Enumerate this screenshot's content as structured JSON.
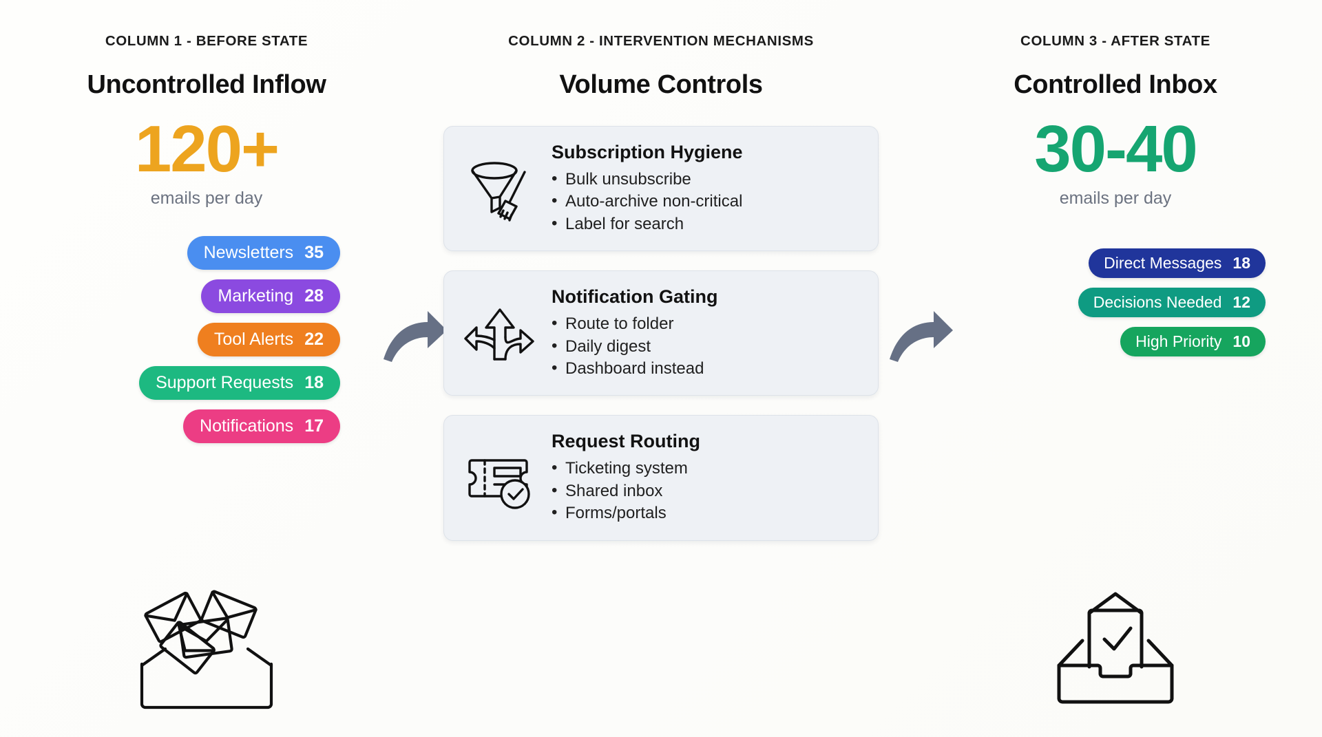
{
  "columns": [
    {
      "eyebrow": "COLUMN 1 - BEFORE STATE",
      "title": "Uncontrolled Inflow",
      "metric": "120+",
      "metric_color": "#eda41f",
      "metric_sub": "emails per day",
      "pills": [
        {
          "label": "Newsletters",
          "count": "35",
          "color": "#4a8ef0"
        },
        {
          "label": "Marketing",
          "count": "28",
          "color": "#8b4ae0"
        },
        {
          "label": "Tool Alerts",
          "count": "22",
          "color": "#ef7f1f"
        },
        {
          "label": "Support Requests",
          "count": "18",
          "color": "#1db981"
        },
        {
          "label": "Notifications",
          "count": "17",
          "color": "#ec3d84"
        }
      ],
      "art_icon": "messy-envelopes-icon"
    },
    {
      "eyebrow": "COLUMN 2 - INTERVENTION MECHANISMS",
      "title": "Volume Controls",
      "cards": [
        {
          "icon": "funnel-broom-icon",
          "title": "Subscription Hygiene",
          "items": [
            "Bulk unsubscribe",
            "Auto-archive non-critical",
            "Label for search"
          ]
        },
        {
          "icon": "three-way-arrows-icon",
          "title": "Notification Gating",
          "items": [
            "Route to folder",
            "Daily digest",
            "Dashboard instead"
          ]
        },
        {
          "icon": "ticket-check-icon",
          "title": "Request Routing",
          "items": [
            "Ticketing system",
            "Shared inbox",
            "Forms/portals"
          ]
        }
      ]
    },
    {
      "eyebrow": "COLUMN 3 - AFTER STATE",
      "title": "Controlled Inbox",
      "metric": "30-40",
      "metric_color": "#16a571",
      "metric_sub": "emails per day",
      "pills": [
        {
          "label": "Direct Messages",
          "count": "18",
          "color": "#20359b"
        },
        {
          "label": "Decisions Needed",
          "count": "12",
          "color": "#0f9b82"
        },
        {
          "label": "High Priority",
          "count": "10",
          "color": "#16a55e"
        }
      ],
      "art_icon": "organized-inbox-check-icon"
    }
  ],
  "arrows": [
    {
      "name": "flow-arrow-1",
      "color": "#667085"
    },
    {
      "name": "flow-arrow-2",
      "color": "#667085"
    }
  ],
  "theme": {
    "background": "#fdfdfb",
    "card_bg": "#eef1f5",
    "card_border": "#dde2e9",
    "text_primary": "#111111",
    "text_muted": "#6b7280"
  }
}
